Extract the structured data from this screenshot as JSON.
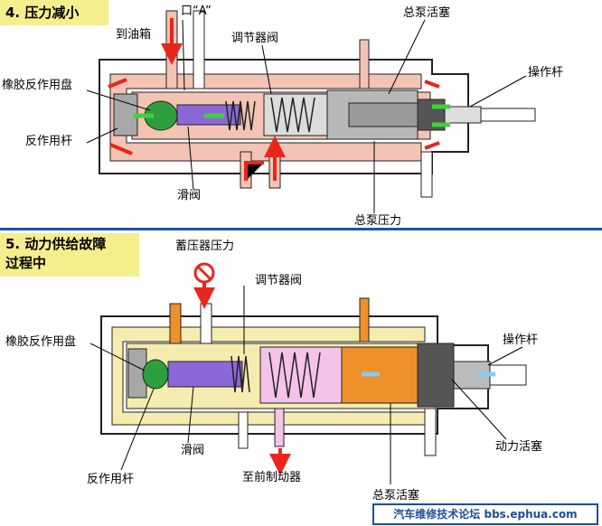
{
  "section1": {
    "title": "4.  压力减小",
    "labels": {
      "port_a": "口“A”",
      "to_reservoir": "到油箱",
      "regulator_valve": "调节器阀",
      "master_piston": "总泵活塞",
      "push_rod": "操作杆",
      "rubber_disc": "橡胶反作用盘",
      "reaction_rod": "反作用杆",
      "spool_valve": "滑阀",
      "master_pressure": "总泵压力"
    }
  },
  "section2": {
    "title_line1": "5.  动力供给故障",
    "title_line2": "过程中",
    "labels": {
      "accumulator_pressure": "蓄压器压力",
      "regulator_valve": "调节器阀",
      "rubber_disc": "橡胶反作用盘",
      "push_rod": "操作杆",
      "spool_valve": "滑阀",
      "power_piston": "动力活塞",
      "reaction_rod": "反作用杆",
      "to_front_brakes": "至前制动器",
      "master_piston": "总泵活塞"
    }
  },
  "watermark": "汽车维修技术论坛 bbs.ephua.com",
  "colors": {
    "title_bg": "#f5ee8c",
    "divider": "#1f4fb0",
    "fluid_pink": "#f3c3b3",
    "fluid_yellow": "#f5ecb0",
    "spool": "#8b68d8",
    "rubber": "#2e9f3e",
    "orange": "#f0902a",
    "arrow_red": "#e8261c",
    "arrow_green": "#3ed23e",
    "arrow_blue": "#8cc8f0"
  }
}
